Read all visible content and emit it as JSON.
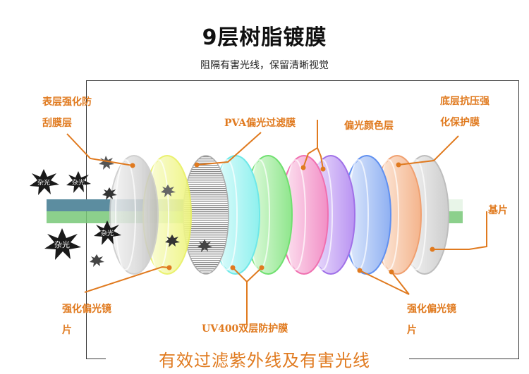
{
  "title": "9层树脂镀膜",
  "subtitle": "阻隔有害光线，保留清晰视觉",
  "bottom_caption": "有效过滤紫外线及有害光线",
  "burst_text": "杂光",
  "labels": {
    "scratch": [
      "表层强化防",
      "刮膜层"
    ],
    "pva": "PVA偏光过滤膜",
    "color": "偏光颜色层",
    "pressure": [
      "底层抗压强",
      "化保护膜"
    ],
    "base": "基片",
    "left_reinforce": [
      "强化偏光镜",
      "片"
    ],
    "uv400": "UV400双层防护膜",
    "right_reinforce": [
      "强化偏光镜",
      "片"
    ]
  },
  "layer_colors": [
    "#c8c8c8",
    "#e8f060",
    "#bbbbbb",
    "#6ee8e8",
    "#70e070",
    "#f070b0",
    "#a070e8",
    "#6090f0",
    "#f0a070",
    "#cfcfcf"
  ],
  "accent_color": "#e07a1f"
}
